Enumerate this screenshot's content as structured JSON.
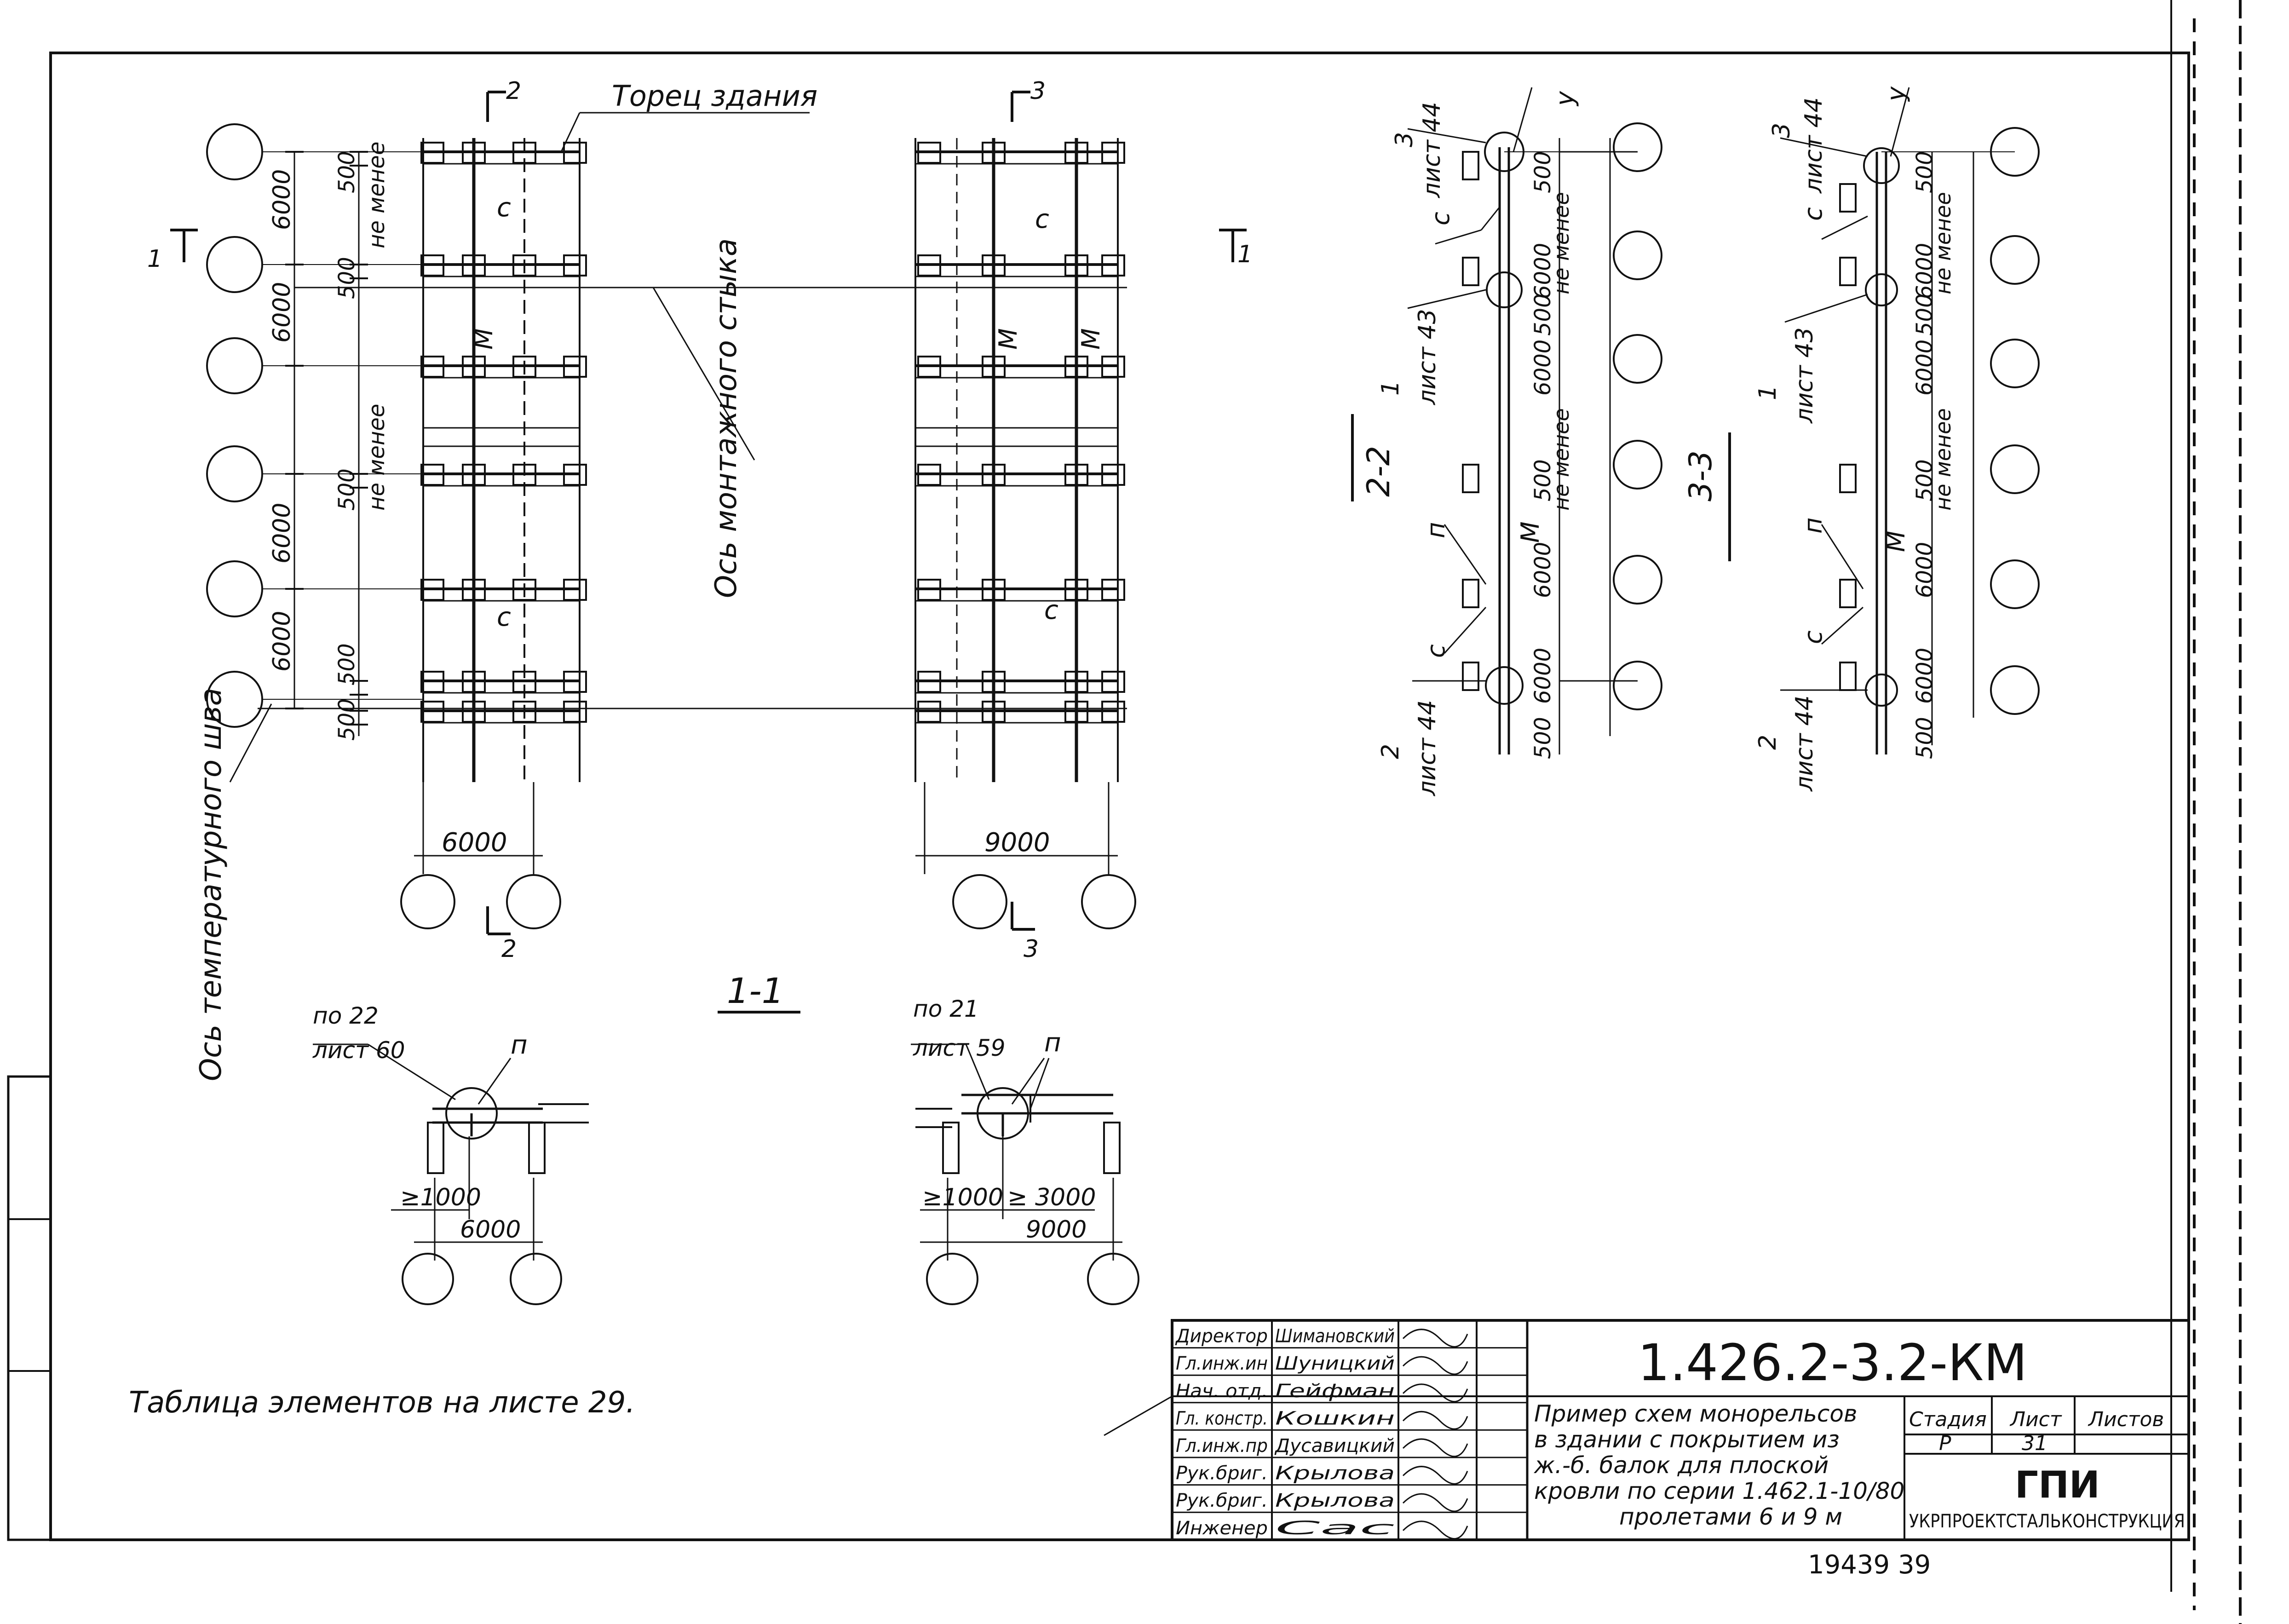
{
  "plan": {
    "building_end": "Торец здания",
    "mount_axis": "Ось монтажного стыка",
    "temp_axis": "Ось температурного шва",
    "dim_6000": "6000",
    "dim_9000": "9000",
    "dim_500": "500",
    "not_less": "не менее",
    "label_c": "с",
    "label_m": "М",
    "label_p": "п",
    "label_y": "у",
    "sec1": "1",
    "sec2": "2",
    "sec3": "3"
  },
  "section11": {
    "title": "1-1",
    "left_ref_top": "по 22",
    "left_ref_bottom": "лист 60",
    "right_ref_top": "по 21",
    "right_ref_bottom": "лист 59",
    "dim_1000": "≥1000",
    "dim_3000": "≥ 3000",
    "dim_6000": "6000",
    "dim_9000": "9000",
    "label_p": "п"
  },
  "section22": {
    "title": "2-2",
    "ref3_num": "3",
    "ref3_sheet": "лист 44",
    "ref1_num": "1",
    "ref1_sheet": "лист 43",
    "ref2_num": "2",
    "ref2_sheet": "лист 44",
    "label_y": "у",
    "label_c": "с",
    "label_p": "п",
    "label_m": "М",
    "dim_500": "500",
    "dim_6000": "6000",
    "not_less": "не менее"
  },
  "section33": {
    "title": "3-3",
    "ref3_num": "3",
    "ref3_sheet": "лист 44",
    "ref1_num": "1",
    "ref1_sheet": "лист 43",
    "ref2_num": "2",
    "ref2_sheet": "лист 44",
    "label_y": "у",
    "label_c": "с",
    "label_p": "п",
    "label_m": "М",
    "dim_500": "500",
    "dim_6000": "6000",
    "not_less": "не менее"
  },
  "note": "Таблица элементов на листе 29.",
  "title_block": {
    "staff": [
      {
        "role": "Директор",
        "name": "Шимановский"
      },
      {
        "role": "Гл.инж.ин",
        "name": "Шуницкий"
      },
      {
        "role": "Нач. отд.",
        "name": "Гейфман"
      },
      {
        "role": "Гл. констр.",
        "name": "Кошкин"
      },
      {
        "role": "Гл.инж.пр",
        "name": "Дусавицкий"
      },
      {
        "role": "Рук.бриг.",
        "name": "Крылова"
      },
      {
        "role": "Рук.бриг.",
        "name": "Крылова"
      },
      {
        "role": "Инженер",
        "name": "Сас"
      }
    ],
    "doc_code": "1.426.2-3.2-КМ",
    "description_lines": [
      "Пример схем монорельсов",
      "в здании с покрытием из",
      "ж.-б. балок для плоской",
      "кровли по серии 1.462.1-10/80",
      "пролетами 6 и 9 м"
    ],
    "stage_label": "Стадия",
    "sheet_label": "Лист",
    "sheets_label": "Листов",
    "stage_value": "Р",
    "sheet_value": "31",
    "org_short": "ГПИ",
    "org_full": "УКРПРОЕКТСТАЛЬКОНСТРУКЦИЯ"
  },
  "footer_number": "19439  39"
}
